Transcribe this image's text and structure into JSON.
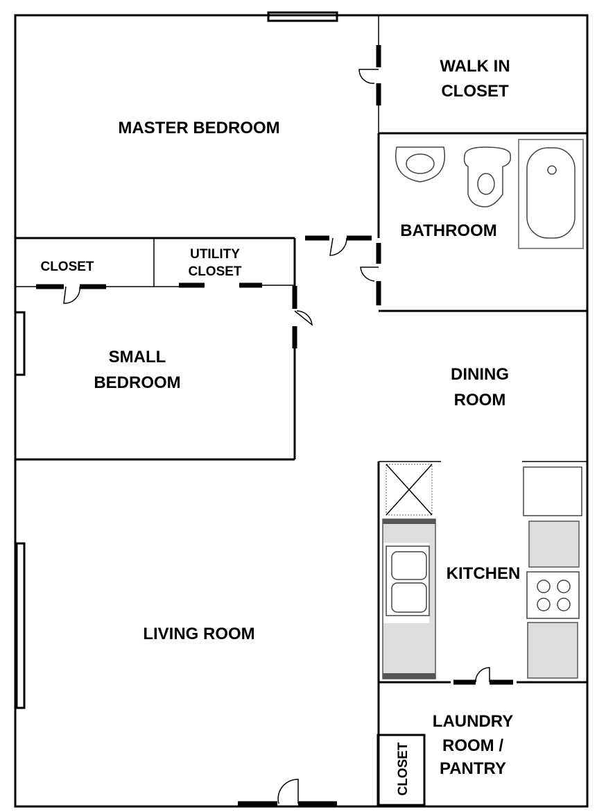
{
  "rooms": {
    "master_bedroom": "MASTER BEDROOM",
    "walk_in_closet": [
      "WALK IN",
      "CLOSET"
    ],
    "bathroom": "BATHROOM",
    "closet": "CLOSET",
    "utility_closet": [
      "UTILITY",
      "CLOSET"
    ],
    "small_bedroom": [
      "SMALL",
      "BEDROOM"
    ],
    "dining_room": [
      "DINING",
      "ROOM"
    ],
    "kitchen": "KITCHEN",
    "living_room": "LIVING ROOM",
    "laundry": [
      "LAUNDRY",
      "ROOM /",
      "PANTRY"
    ],
    "laundry_closet": "CLOSET"
  }
}
